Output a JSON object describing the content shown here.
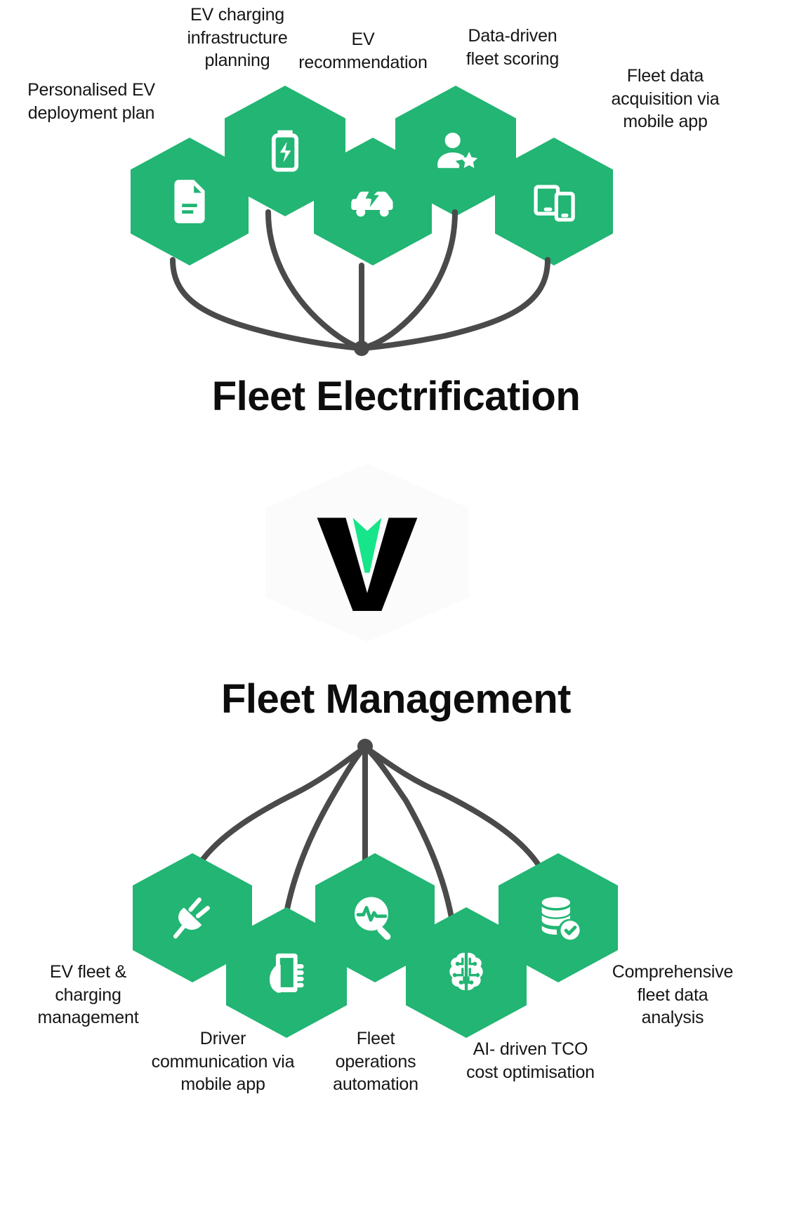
{
  "diagram": {
    "brand_green": "#22b573",
    "logo_accent_green": "#17e58a",
    "connector_color": "#4a4a4a",
    "logo": {
      "name": "v-logo",
      "letter": "V"
    },
    "sections": [
      {
        "id": "fleet-electrification",
        "title": "Fleet Electrification",
        "nodes": [
          {
            "label": "Personalised EV\ndeployment plan",
            "icon": "document-icon"
          },
          {
            "label": "EV charging\ninfrastructure\nplanning",
            "icon": "battery-charging-icon"
          },
          {
            "label": "EV\nrecommendation",
            "icon": "electric-car-icon"
          },
          {
            "label": "Data-driven\nfleet scoring",
            "icon": "person-star-icon"
          },
          {
            "label": "Fleet data\nacquisition via\nmobile app",
            "icon": "devices-icon"
          }
        ]
      },
      {
        "id": "fleet-management",
        "title": "Fleet Management",
        "nodes": [
          {
            "label": "EV fleet &\ncharging\nmanagement",
            "icon": "power-plug-icon"
          },
          {
            "label": "Driver\ncommunication via\nmobile app",
            "icon": "hand-phone-icon"
          },
          {
            "label": "Fleet\noperations\nautomation",
            "icon": "magnifier-pulse-icon"
          },
          {
            "label": "AI- driven TCO\ncost optimisation",
            "icon": "ai-brain-icon"
          },
          {
            "label": "Comprehensive\nfleet data\nanalysis",
            "icon": "database-check-icon"
          }
        ]
      }
    ]
  }
}
